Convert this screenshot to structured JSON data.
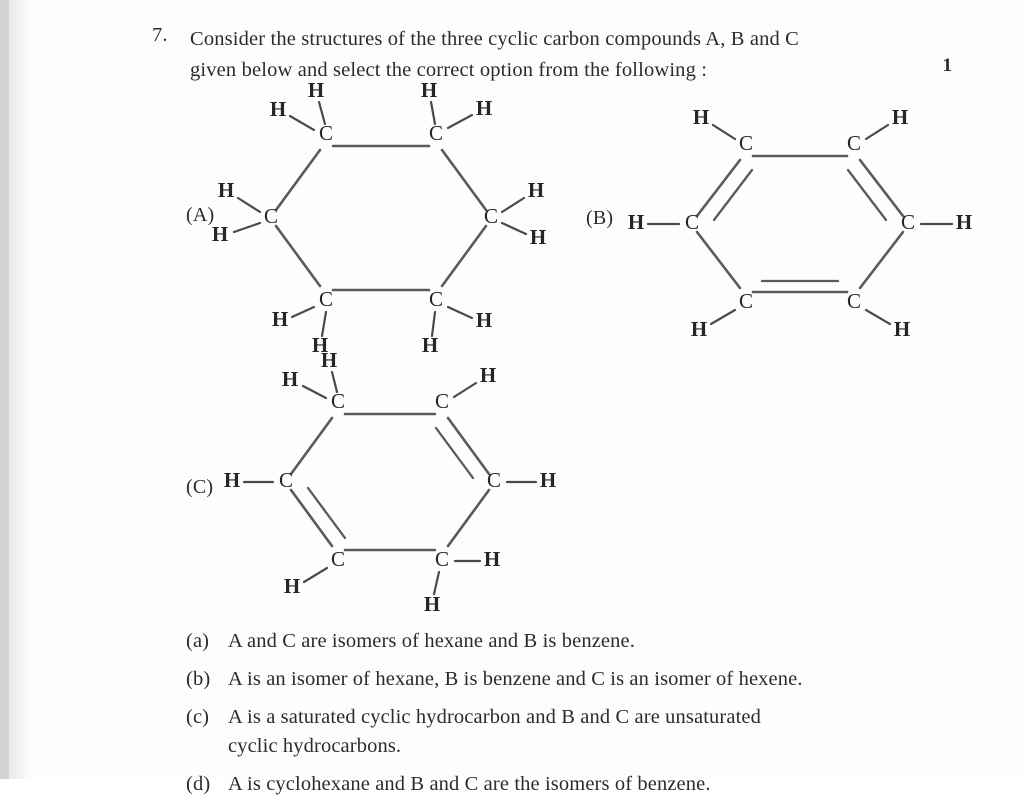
{
  "page": {
    "question_number": "7.",
    "marks": "1",
    "stem_line1": "Consider the structures of the three cyclic carbon compounds A, B and C",
    "stem_line2": "given below and select the correct option from the following :"
  },
  "structures": [
    {
      "tag": "(A)",
      "name": "cyclohexane",
      "atom_label": "C",
      "hydrogen_label": "H",
      "description": "saturated six-membered carbon ring with two hydrogens on each carbon",
      "double_bonds": []
    },
    {
      "tag": "(B)",
      "name": "benzene",
      "atom_label": "C",
      "hydrogen_label": "H",
      "description": "six-membered carbon ring with three alternating double bonds and one hydrogen on each carbon",
      "double_bonds": [
        "top-left",
        "top-right",
        "bottom"
      ]
    },
    {
      "tag": "(C)",
      "name": "cyclohexadiene",
      "atom_label": "C",
      "hydrogen_label": "H",
      "description": "six-membered carbon ring with two double bonds; two carbons carry two hydrogens each",
      "double_bonds": [
        "top-right",
        "bottom-left"
      ]
    }
  ],
  "options": [
    {
      "key": "(a)",
      "line1": "A and C are isomers of hexane and B is benzene.",
      "line2": ""
    },
    {
      "key": "(b)",
      "line1": "A is an isomer of hexane, B is benzene and C is an isomer of hexene.",
      "line2": ""
    },
    {
      "key": "(c)",
      "line1": "A is a saturated cyclic hydrocarbon and B and C are unsaturated",
      "line2": "cyclic hydrocarbons."
    },
    {
      "key": "(d)",
      "line1": "A is cyclohexane and B and C are the isomers of benzene.",
      "line2": ""
    }
  ],
  "colors": {
    "page_background": "#fdfdfd",
    "text": "#2b2b2b",
    "bond": "#5a5a5a",
    "gutter": "#d2d2d2"
  }
}
